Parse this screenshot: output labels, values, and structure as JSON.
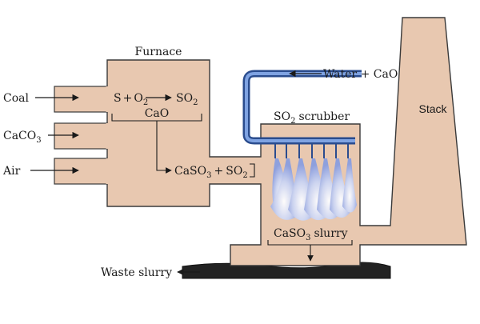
{
  "furnace": {
    "title": "Furnace",
    "reaction": {
      "left1": "S",
      "op1": "+",
      "left2": "O",
      "left2_sub": "2",
      "right": "SO",
      "right_sub": "2"
    },
    "catalyst": "CaO",
    "product": {
      "p1": "CaSO",
      "p1_sub": "3",
      "op": "+",
      "p2": "SO",
      "p2_sub": "2"
    }
  },
  "inputs": {
    "coal": "Coal",
    "caco3": {
      "base": "CaCO",
      "sub": "3"
    },
    "air": "Air"
  },
  "scrubber": {
    "title": {
      "base": "SO",
      "sub": "2",
      "rest": "scrubber"
    },
    "water": "Water + CaO",
    "slurry": {
      "base": "CaSO",
      "sub": "3",
      "rest": "slurry"
    }
  },
  "stack": {
    "label": "Stack"
  },
  "waste": {
    "label": "Waste slurry"
  },
  "colors": {
    "body_fill": "#e8c8b0",
    "body_stroke": "#3a3a3a",
    "pipe": "#4a72b8",
    "spray": "#8a9ee0",
    "waste": "#222222"
  }
}
